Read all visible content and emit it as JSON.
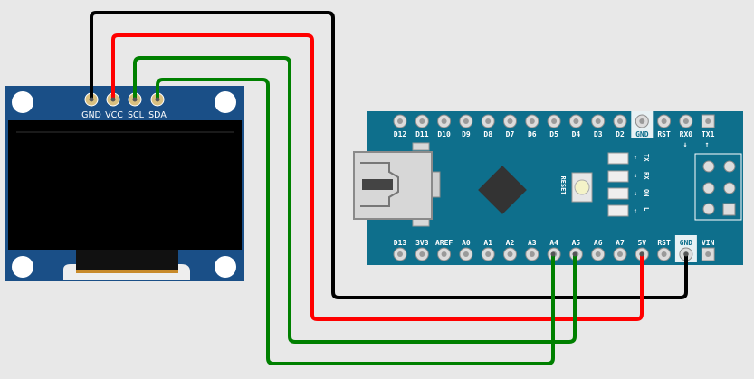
{
  "oled": {
    "pins": [
      "GND",
      "VCC",
      "SCL",
      "SDA"
    ]
  },
  "nano": {
    "top_pins": [
      "D12",
      "D11",
      "D10",
      "D9",
      "D8",
      "D7",
      "D6",
      "D5",
      "D4",
      "D3",
      "D2",
      "GND",
      "RST",
      "RX0",
      "TX1"
    ],
    "bottom_pins": [
      "D13",
      "3V3",
      "AREF",
      "A0",
      "A1",
      "A2",
      "A3",
      "A4",
      "A5",
      "A6",
      "A7",
      "5V",
      "RST",
      "GND",
      "VIN"
    ],
    "reset_label": "RESET",
    "led_labels": [
      "TX",
      "RX",
      "ON",
      "L"
    ],
    "arrows": {
      "rx": "↓",
      "tx": "↑"
    }
  },
  "colors": {
    "board_blue": "#0e6f8c",
    "oled_blue": "#1a4f87",
    "wire_gnd": "#000000",
    "wire_vcc": "#ff0000",
    "wire_scl": "#008000",
    "wire_sda": "#008000",
    "background": "#e8e8e8"
  },
  "wires": [
    {
      "from": "OLED GND",
      "to": "Nano GND",
      "color": "black"
    },
    {
      "from": "OLED VCC",
      "to": "Nano 5V",
      "color": "red"
    },
    {
      "from": "OLED SCL",
      "to": "Nano A5",
      "color": "green"
    },
    {
      "from": "OLED SDA",
      "to": "Nano A4",
      "color": "green"
    }
  ]
}
